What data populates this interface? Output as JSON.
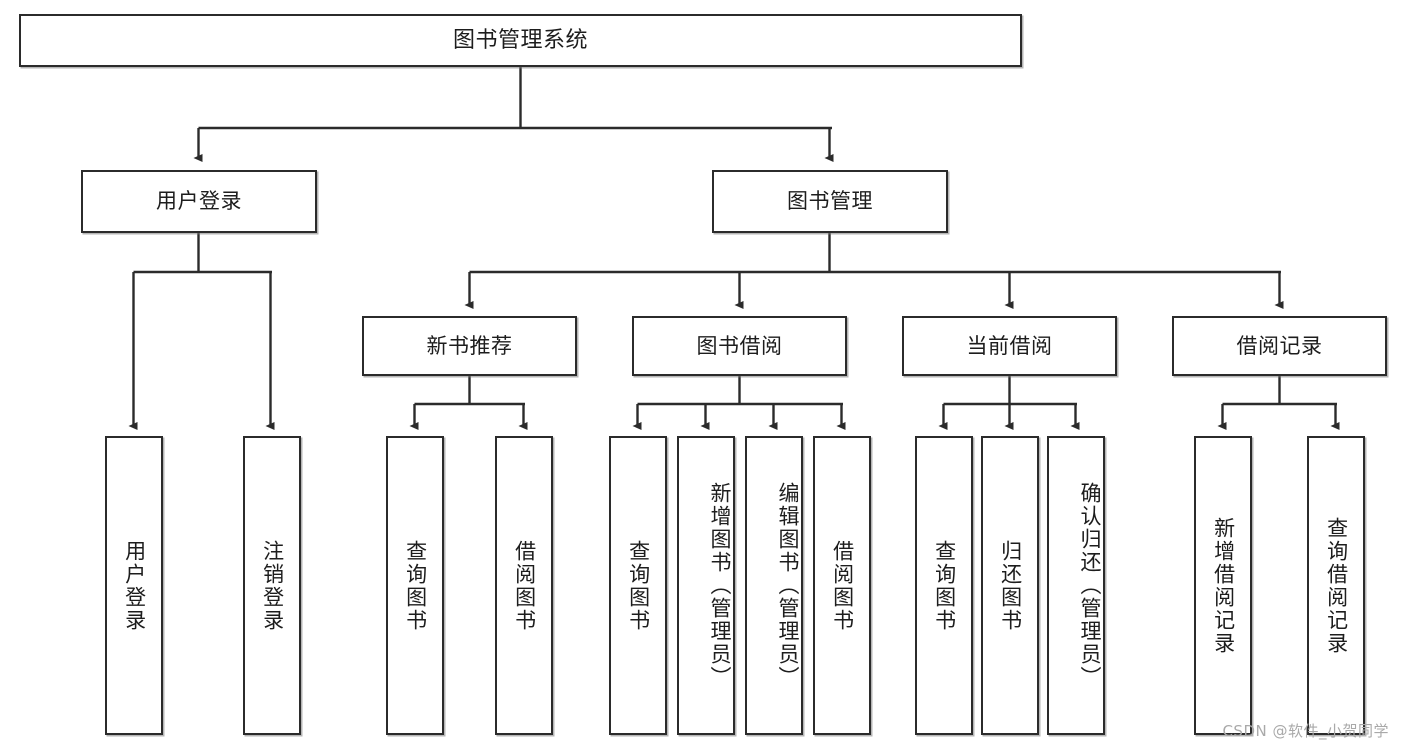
{
  "diagram": {
    "title": "图书管理系统",
    "type": "tree-structure-chart",
    "watermark": "CSDN @软件_小贺同学",
    "line_color": "#2b2b2b",
    "box_fill": "#ffffff",
    "text_color": "#1d1d1d"
  },
  "nodes": {
    "root": {
      "label": "图书管理系统"
    },
    "level2": [
      {
        "label": "用户登录"
      },
      {
        "label": "图书管理"
      }
    ],
    "level3": [
      {
        "label": "新书推荐"
      },
      {
        "label": "图书借阅"
      },
      {
        "label": "当前借阅"
      },
      {
        "label": "借阅记录"
      }
    ],
    "leaves": {
      "user_login": [
        {
          "label": "用户登录"
        },
        {
          "label": "注销登录"
        }
      ],
      "new_book_recommend": [
        {
          "label": "查询图书"
        },
        {
          "label": "借阅图书"
        }
      ],
      "book_borrow": [
        {
          "label": "查询图书"
        },
        {
          "label": "新增图书（管理员）"
        },
        {
          "label": "编辑图书（管理员）"
        },
        {
          "label": "借阅图书"
        }
      ],
      "current_borrow": [
        {
          "label": "查询图书"
        },
        {
          "label": "归还图书"
        },
        {
          "label": "确认归还（管理员）"
        }
      ],
      "borrow_record": [
        {
          "label": "新增借阅记录"
        },
        {
          "label": "查询借阅记录"
        }
      ]
    }
  }
}
